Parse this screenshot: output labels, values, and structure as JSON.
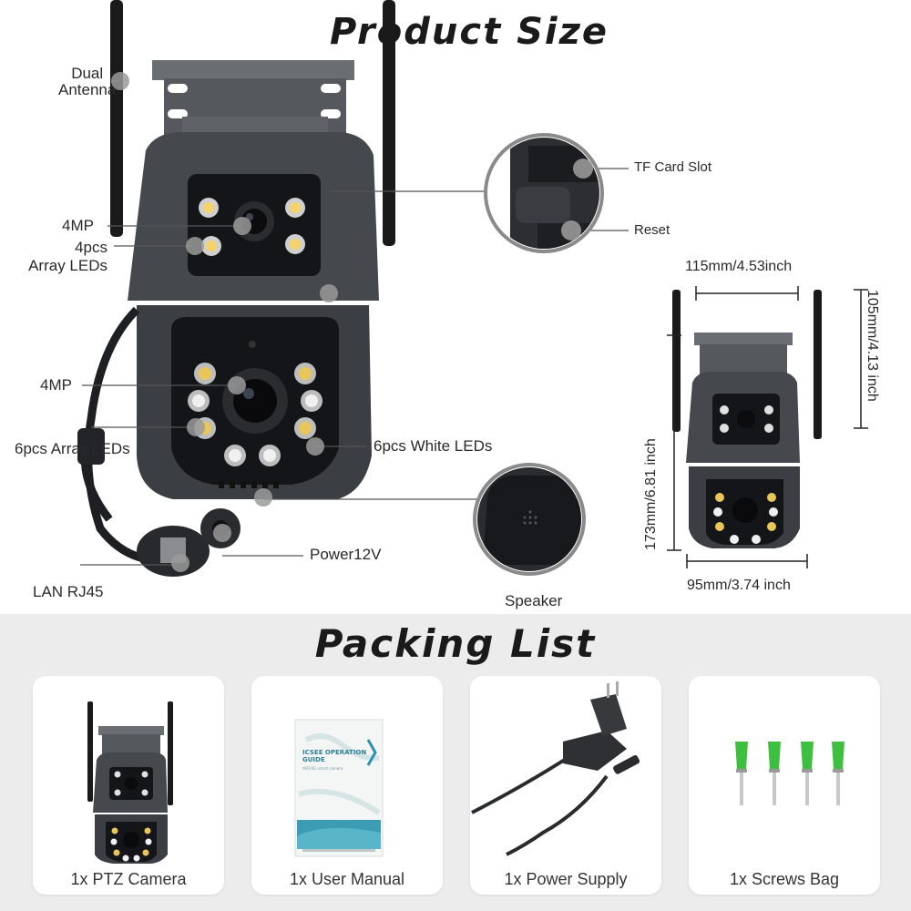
{
  "product_size": {
    "title": "Product Size",
    "callouts": {
      "dual_antenna": [
        "Dual",
        "Antenna"
      ],
      "lens_4mp_top": "4MP",
      "array_leds_top": [
        "4pcs",
        "Array LEDs"
      ],
      "lens_4mp_bottom": "4MP",
      "array_leds_bottom": "6pcs Array LEDs",
      "white_leds": "6pcs White LEDs",
      "power": "Power12V",
      "lan": "LAN RJ45",
      "tf_card": "TF Card Slot",
      "reset": "Reset",
      "speaker": "Speaker"
    },
    "dimensions": {
      "top_width": "115mm/4.53inch",
      "top_height": "105mm/4.13 inch",
      "total_height": "173mm/6.81 inch",
      "bottom_width": "95mm/3.74 inch"
    }
  },
  "packing_list": {
    "title": "Packing List",
    "items": [
      {
        "label": "1x PTZ Camera",
        "icon": "camera"
      },
      {
        "label": "1x User Manual",
        "icon": "manual"
      },
      {
        "label": "1x Power Supply",
        "icon": "power-adapter"
      },
      {
        "label": "1x Screws Bag",
        "icon": "screws"
      }
    ],
    "manual": {
      "cover_title": [
        "ICSEE OPERATION",
        "GUIDE"
      ],
      "cover_subtitle": "WiFi/4G smart camera"
    }
  },
  "colors": {
    "camera_body": "#4a4d52",
    "camera_dark": "#1c1d20",
    "led_yellow": "#e8c65a",
    "led_white": "#e6e6e6",
    "screw_anchor": "#3fbf3f",
    "background_band": "#ececec"
  }
}
